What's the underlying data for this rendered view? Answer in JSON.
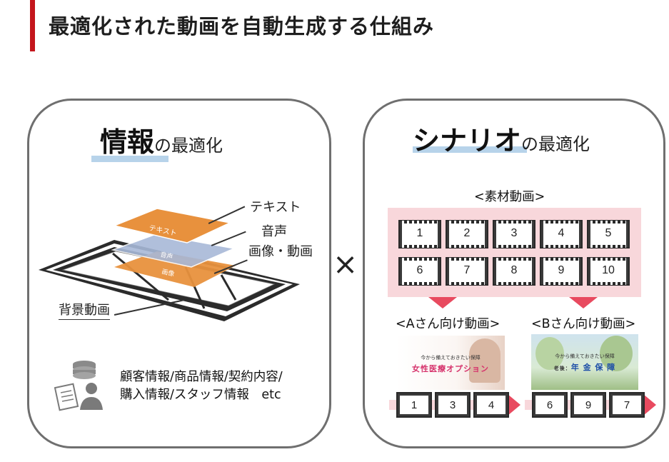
{
  "title": "最適化された動画を自動生成する仕組み",
  "left_card": {
    "heading_main": "情報",
    "heading_sub": "の最適化",
    "layers": {
      "text": "テキスト",
      "audio": "音声",
      "image_video": "画像・動画",
      "background": "背景動画"
    },
    "layer_inner": {
      "text": "テキスト",
      "audio": "音声",
      "image": "画像"
    },
    "info_line1": "顧客情報/商品情報/契約内容/",
    "info_line2": "購入情報/スタッフ情報　etc"
  },
  "times_symbol": "×",
  "right_card": {
    "heading_main": "シナリオ",
    "heading_sub": "の最適化",
    "material_caption": "<素材動画>",
    "clips": [
      "1",
      "2",
      "3",
      "4",
      "5",
      "6",
      "7",
      "8",
      "9",
      "10"
    ],
    "a_caption": "<Aさん向け動画>",
    "b_caption": "<Bさん向け動画>",
    "a_photo_line1": "今から備えておきたい保障",
    "a_photo_line2": "女性医療オプション",
    "b_photo_line1": "今から備えておきたい保障",
    "b_photo_prefix": "老後：",
    "b_photo_line2": "年 金 保 障",
    "a_sequence": [
      "1",
      "3",
      "4"
    ],
    "b_sequence": [
      "6",
      "9",
      "7"
    ]
  },
  "colors": {
    "accent_red": "#c4161c",
    "arrow_pink": "#e84a5f",
    "light_pink": "#f8d7db",
    "underline_blue": "#b7d3ea",
    "layer_orange": "#e8913d",
    "layer_blue": "#a8b9d8"
  },
  "icons": [
    "database-icon",
    "document-icon",
    "person-icon",
    "filmstrip-icon"
  ]
}
